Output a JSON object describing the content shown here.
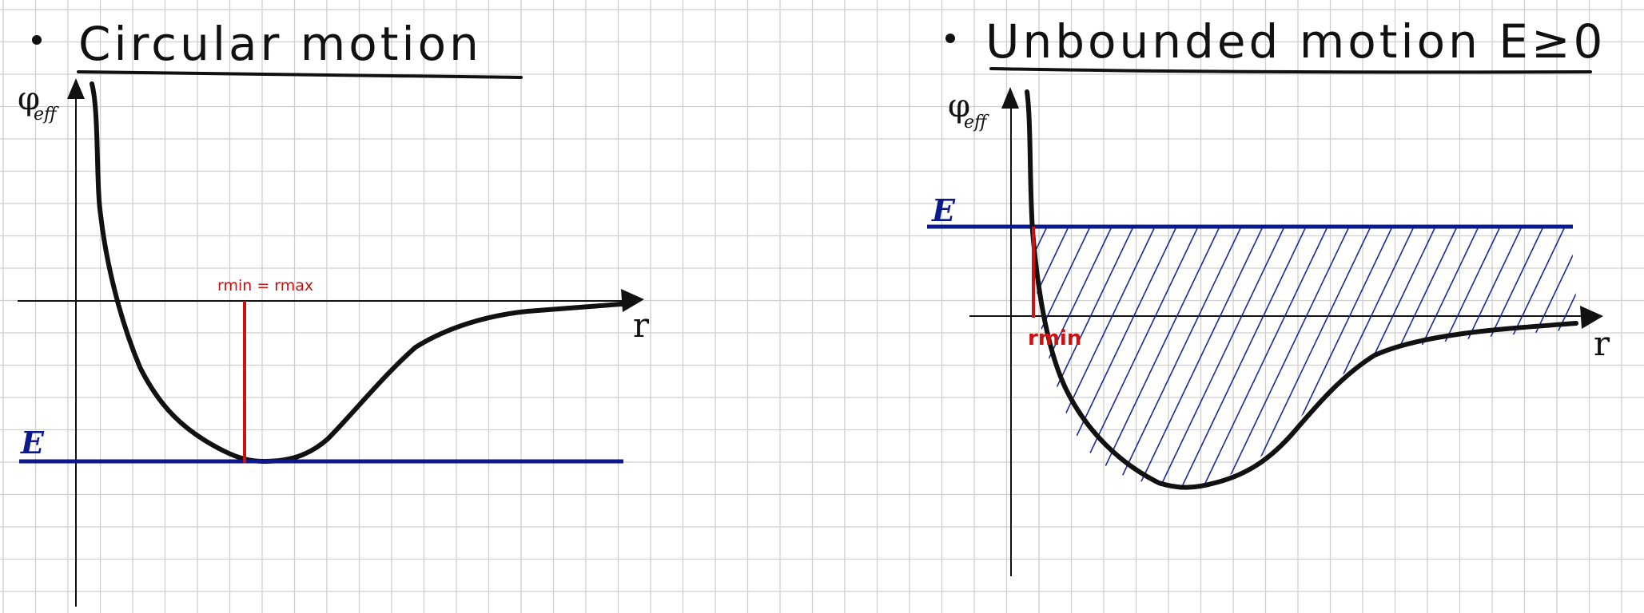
{
  "panels": [
    {
      "title": "Circular motion",
      "y_label_main": "φ",
      "y_label_sub": "eff",
      "x_label": "r",
      "energy_label": "E",
      "marker_label": "rmin = rmax"
    },
    {
      "title": "Unbounded motion E≥0",
      "y_label_main": "φ",
      "y_label_sub": "eff",
      "x_label": "r",
      "energy_label": "E",
      "marker_label": "rmin"
    }
  ],
  "colors": {
    "grid": "#cfcfcf",
    "ink": "#111111",
    "energy_line": "#0a1a8c",
    "marker": "#cc1111",
    "hatch": "#1a2a9c"
  },
  "icons": [
    "bullet-icon",
    "arrow-up-icon",
    "arrow-right-icon"
  ]
}
